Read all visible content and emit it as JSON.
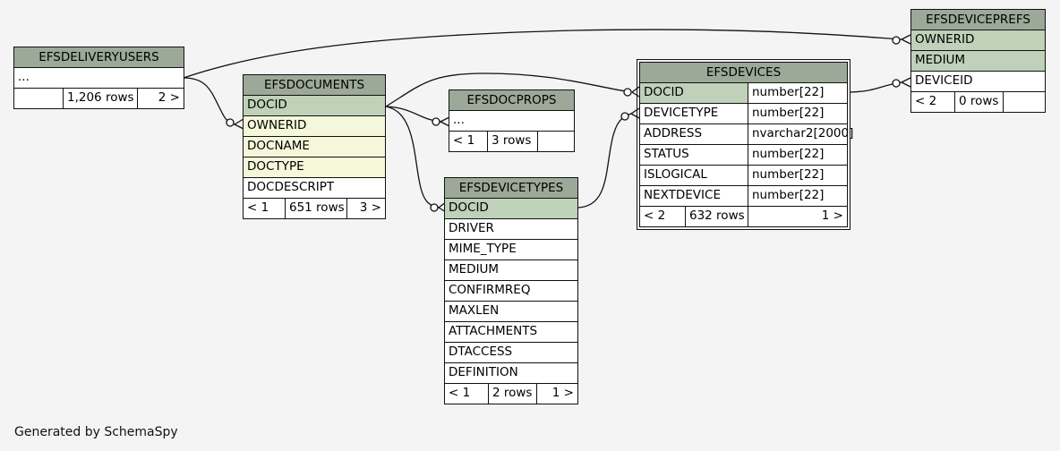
{
  "footer": {
    "generated_by": "Generated by SchemaSpy"
  },
  "tables": {
    "efsdeliveryusers": {
      "name": "EFSDELIVERYUSERS",
      "rows": [
        {
          "name": "...",
          "type": ""
        }
      ],
      "stats": {
        "parents": "",
        "rows": "1,206 rows",
        "children": "2 >"
      }
    },
    "efsdocuments": {
      "name": "EFSDOCUMENTS",
      "rows": [
        {
          "name": "DOCID",
          "kind": "pk"
        },
        {
          "name": "OWNERID",
          "kind": "fk"
        },
        {
          "name": "DOCNAME",
          "kind": "fk"
        },
        {
          "name": "DOCTYPE",
          "kind": "fk"
        },
        {
          "name": "DOCDESCRIPT",
          "kind": ""
        }
      ],
      "stats": {
        "parents": "< 1",
        "rows": "651 rows",
        "children": "3 >"
      }
    },
    "efsdocprops": {
      "name": "EFSDOCPROPS",
      "rows": [
        {
          "name": "...",
          "kind": ""
        }
      ],
      "stats": {
        "parents": "< 1",
        "rows": "3 rows",
        "children": ""
      }
    },
    "efsdevicetypes": {
      "name": "EFSDEVICETYPES",
      "rows": [
        {
          "name": "DOCID",
          "kind": "pk"
        },
        {
          "name": "DRIVER",
          "kind": ""
        },
        {
          "name": "MIME_TYPE",
          "kind": ""
        },
        {
          "name": "MEDIUM",
          "kind": ""
        },
        {
          "name": "CONFIRMREQ",
          "kind": ""
        },
        {
          "name": "MAXLEN",
          "kind": ""
        },
        {
          "name": "ATTACHMENTS",
          "kind": ""
        },
        {
          "name": "DTACCESS",
          "kind": ""
        },
        {
          "name": "DEFINITION",
          "kind": ""
        }
      ],
      "stats": {
        "parents": "< 1",
        "rows": "2 rows",
        "children": "1 >"
      }
    },
    "efsdevices": {
      "name": "EFSDEVICES",
      "rows": [
        {
          "name": "DOCID",
          "type": "number[22]",
          "kind": "pk"
        },
        {
          "name": "DEVICETYPE",
          "type": "number[22]",
          "kind": ""
        },
        {
          "name": "ADDRESS",
          "type": "nvarchar2[2000]",
          "kind": ""
        },
        {
          "name": "STATUS",
          "type": "number[22]",
          "kind": ""
        },
        {
          "name": "ISLOGICAL",
          "type": "number[22]",
          "kind": ""
        },
        {
          "name": "NEXTDEVICE",
          "type": "number[22]",
          "kind": ""
        }
      ],
      "stats": {
        "parents": "< 2",
        "rows": "632 rows",
        "children": "1 >"
      }
    },
    "efsdeviceprefs": {
      "name": "EFSDEVICEPREFS",
      "rows": [
        {
          "name": "OWNERID",
          "kind": "pk"
        },
        {
          "name": "MEDIUM",
          "kind": "pk"
        },
        {
          "name": "DEVICEID",
          "kind": ""
        }
      ],
      "stats": {
        "parents": "< 2",
        "rows": "0 rows",
        "children": ""
      }
    }
  }
}
